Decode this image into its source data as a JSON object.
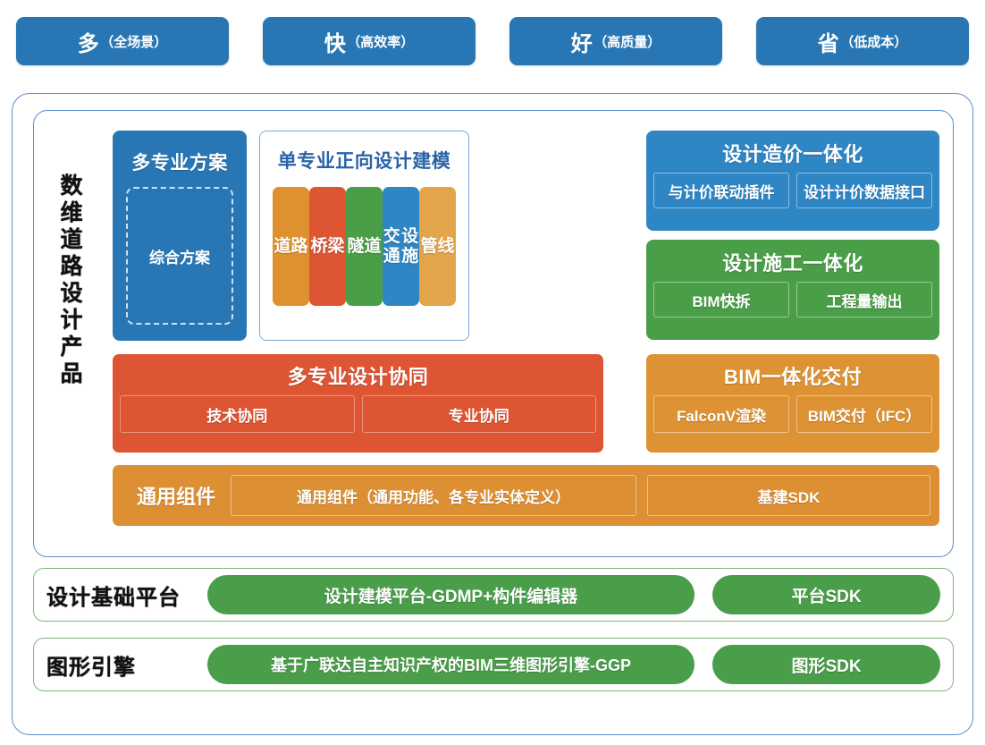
{
  "slogans": [
    {
      "big": "多",
      "small": "（全场景）"
    },
    {
      "big": "快",
      "small": "（高效率）"
    },
    {
      "big": "好",
      "small": "（高质量）"
    },
    {
      "big": "省",
      "small": "（低成本）"
    }
  ],
  "product": {
    "side_label": "数维道路设计产品",
    "multi_plan": {
      "title": "多专业方案",
      "inner": "综合方案"
    },
    "single_discipline": {
      "title": "单专业正向设计建模",
      "items": [
        {
          "label": "道路",
          "color": "#e0912f"
        },
        {
          "label": "桥梁",
          "color": "#dd5533"
        },
        {
          "label": "隧道",
          "color": "#4a9e47"
        },
        {
          "label": "交通\n设施",
          "color": "#2f86c5"
        },
        {
          "label": "管线",
          "color": "#e3a44a"
        }
      ]
    },
    "design_cost": {
      "title": "设计造价一体化",
      "subs": [
        "与计价联动插件",
        "设计计价数据接口"
      ],
      "color": "#2f86c5"
    },
    "design_build": {
      "title": "设计施工一体化",
      "subs": [
        "BIM快拆",
        "工程量输出"
      ],
      "color": "#4a9e47"
    },
    "collaboration": {
      "title": "多专业设计协同",
      "subs": [
        "技术协同",
        "专业协同"
      ],
      "color": "#dd5533"
    },
    "delivery": {
      "title": "BIM一体化交付",
      "subs": [
        "FalconV渲染",
        "BIM交付（IFC）"
      ],
      "color": "#dd9233"
    },
    "components": {
      "label": "通用组件",
      "main": "通用组件（通用功能、各专业实体定义）",
      "sdk": "基建SDK",
      "color": "#dd8f33"
    }
  },
  "platforms": [
    {
      "label": "设计基础平台",
      "main": "设计建模平台-GDMP+构件编辑器",
      "sdk": "平台SDK"
    },
    {
      "label": "图形引擎",
      "main": "基于广联达自主知识产权的BIM三维图形引擎-GGP",
      "sdk": "图形SDK"
    }
  ],
  "colors": {
    "blue": "#2877b4",
    "frame_blue": "#5b8fc9",
    "green": "#4a9e4a",
    "frame_green": "#7cb87c",
    "orange": "#dd8f33",
    "red_orange": "#dd5533"
  }
}
